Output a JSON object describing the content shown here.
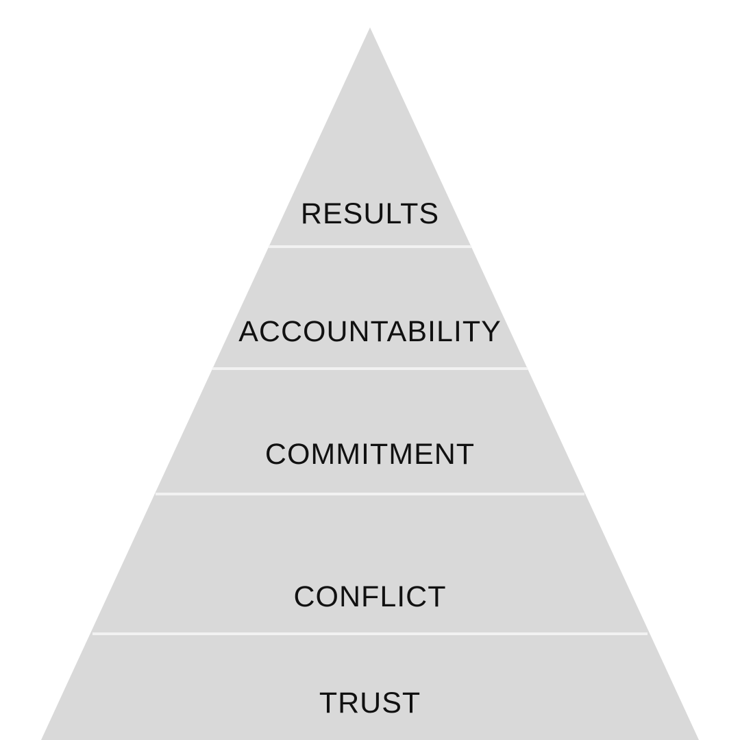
{
  "diagram": {
    "type": "pyramid",
    "fill_color": "#d9d9d9",
    "separator_color": "#f2f2f2",
    "label_color": "#111111",
    "tiers": [
      {
        "label": "RESULTS"
      },
      {
        "label": "ACCOUNTABILITY"
      },
      {
        "label": "COMMITMENT"
      },
      {
        "label": "CONFLICT"
      },
      {
        "label": "TRUST"
      }
    ]
  }
}
